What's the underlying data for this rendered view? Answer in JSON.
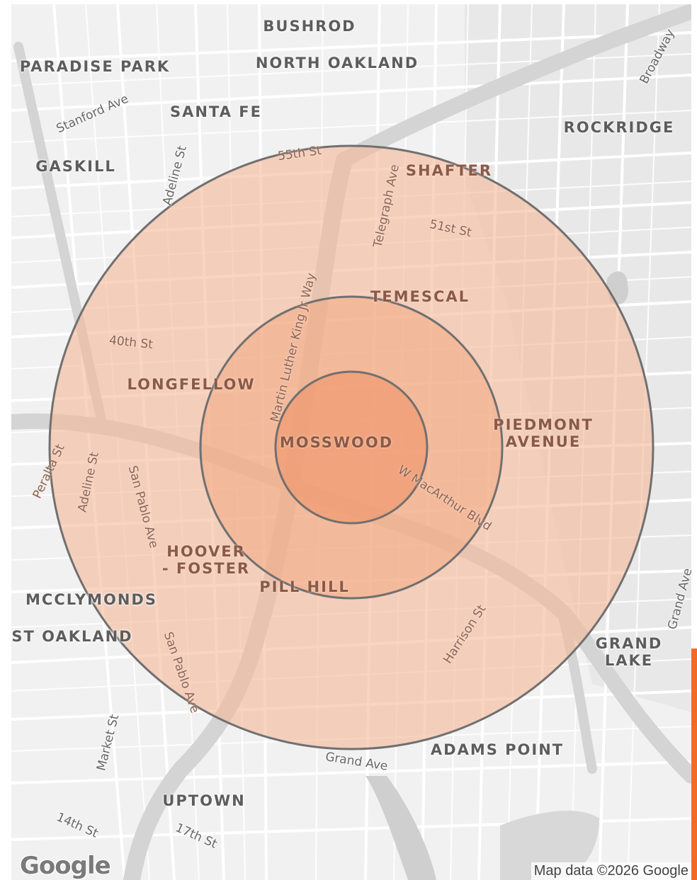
{
  "map": {
    "neighborhoods": [
      {
        "id": "bushrod",
        "label": "BUSHROD"
      },
      {
        "id": "north-oakland",
        "label": "NORTH OAKLAND"
      },
      {
        "id": "paradise-park",
        "label": "PARADISE PARK"
      },
      {
        "id": "santa-fe",
        "label": "SANTA FE"
      },
      {
        "id": "rockridge",
        "label": "ROCKRIDGE"
      },
      {
        "id": "gaskill",
        "label": "GASKILL"
      },
      {
        "id": "shafter",
        "label": "SHAFTER"
      },
      {
        "id": "temescal",
        "label": "TEMESCAL"
      },
      {
        "id": "longfellow",
        "label": "LONGFELLOW"
      },
      {
        "id": "mosswood",
        "label": "MOSSWOOD"
      },
      {
        "id": "piedmont-avenue",
        "label": "PIEDMONT\nAVENUE"
      },
      {
        "id": "hoover-foster",
        "label": "HOOVER\n- FOSTER"
      },
      {
        "id": "pill-hill",
        "label": "PILL HILL"
      },
      {
        "id": "mcclymonds",
        "label": "MCCLYMONDS"
      },
      {
        "id": "west-oakland",
        "label": "ST OAKLAND"
      },
      {
        "id": "grand-lake",
        "label": "GRAND LAKE"
      },
      {
        "id": "adams-point",
        "label": "ADAMS POINT"
      },
      {
        "id": "uptown",
        "label": "UPTOWN"
      }
    ],
    "streets": [
      {
        "id": "stanford-ave",
        "label": "Stanford Ave"
      },
      {
        "id": "adeline-st-north",
        "label": "Adeline St"
      },
      {
        "id": "55th-st",
        "label": "55th St"
      },
      {
        "id": "telegraph-ave",
        "label": "Telegraph Ave"
      },
      {
        "id": "51st-st",
        "label": "51st St"
      },
      {
        "id": "mlk-jr-way",
        "label": "Martin Luther King Jr Way"
      },
      {
        "id": "40th-st",
        "label": "40th St"
      },
      {
        "id": "peralta-st",
        "label": "Peralta St"
      },
      {
        "id": "adeline-st-south",
        "label": "Adeline St"
      },
      {
        "id": "san-pablo-ave-north",
        "label": "San Pablo Ave"
      },
      {
        "id": "w-macarthur-blvd",
        "label": "W MacArthur Blvd"
      },
      {
        "id": "harrison-st",
        "label": "Harrison St"
      },
      {
        "id": "san-pablo-ave-south",
        "label": "San Pablo Ave"
      },
      {
        "id": "market-st",
        "label": "Market St"
      },
      {
        "id": "grand-ave",
        "label": "Grand Ave"
      },
      {
        "id": "grand-ave-east",
        "label": "Grand Ave"
      },
      {
        "id": "broadway",
        "label": "Broadway"
      },
      {
        "id": "14th-st",
        "label": "14th St"
      },
      {
        "id": "17th-st",
        "label": "17th St"
      }
    ],
    "radius_rings": [
      {
        "id": "ring-outer",
        "fill": "#f5b898"
      },
      {
        "id": "ring-middle",
        "fill": "#f2a882"
      },
      {
        "id": "ring-inner",
        "fill": "#ee9468"
      }
    ],
    "ring_stroke_color": "#707070",
    "accent_color": "#f26a2a"
  },
  "branding": {
    "logo_text": "Google",
    "attribution": "Map data ©2026 Google"
  }
}
